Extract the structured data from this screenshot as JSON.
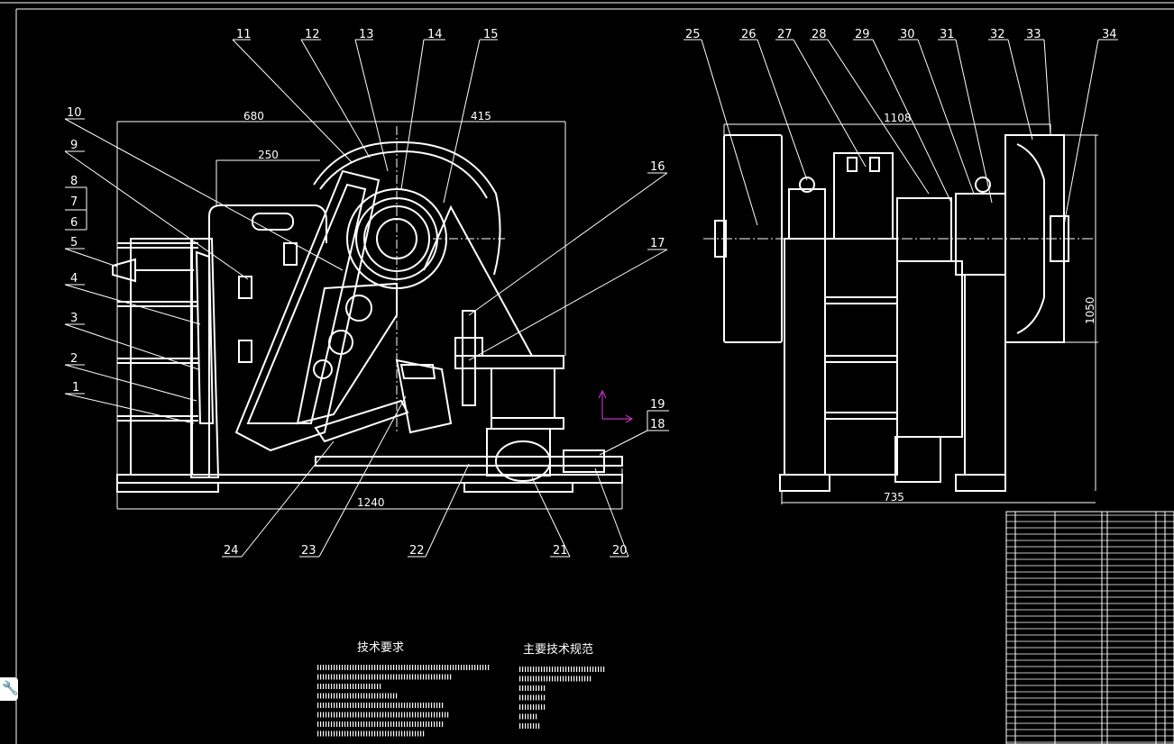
{
  "drawing": {
    "part_numbers": [
      "1",
      "2",
      "3",
      "4",
      "5",
      "6",
      "7",
      "8",
      "9",
      "10",
      "11",
      "12",
      "13",
      "14",
      "15",
      "16",
      "17",
      "18",
      "19",
      "20",
      "21",
      "22",
      "23",
      "24",
      "25",
      "26",
      "27",
      "28",
      "29",
      "30",
      "31",
      "32",
      "33",
      "34"
    ],
    "dimensions": {
      "left_width_total": "680",
      "left_width_inner": "250",
      "left_offset_right": "415",
      "left_base_length": "1240",
      "right_width_total": "1108",
      "right_base_width": "735",
      "right_height": "1050"
    }
  },
  "notes": {
    "tech_requirements_title": "技术要求",
    "main_spec_title": "主要技术规范"
  },
  "colors": {
    "background": "#000000",
    "lines": "#ffffff",
    "ucs_icon": "#c030c0"
  },
  "icons": [
    "wrench-icon"
  ]
}
